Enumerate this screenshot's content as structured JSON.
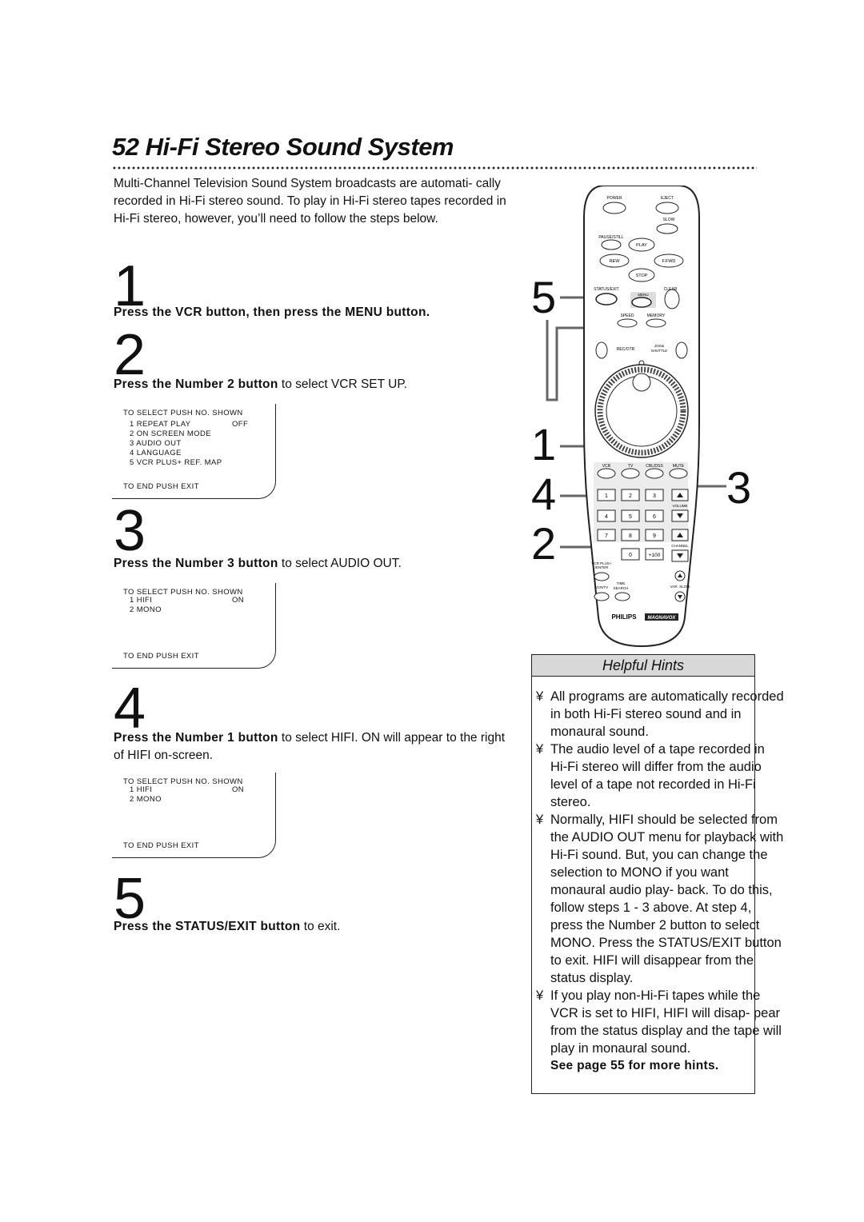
{
  "header": {
    "title": "52 Hi-Fi Stereo Sound System"
  },
  "intro": "Multi-Channel Television Sound System broadcasts are automati- cally recorded in Hi-Fi stereo sound.  To play in Hi-Fi stereo tapes recorded in Hi-Fi stereo, however, you’ll need to follow the steps below.",
  "steps": [
    {
      "number": "1",
      "bold": "Press the VCR button, then press the MENU button.",
      "rest": ""
    },
    {
      "number": "2",
      "bold": "Press the Number 2 button",
      "rest": " to select VCR SET UP."
    },
    {
      "number": "3",
      "bold": "Press the Number 3 button",
      "rest": " to select AUDIO OUT."
    },
    {
      "number": "4",
      "bold": "Press the Number 1 button",
      "rest": " to select HIFI.  ON will appear to the right of HIFI on-screen."
    },
    {
      "number": "5",
      "bold": "Press the STATUS/EXIT button",
      "rest": " to exit."
    }
  ],
  "screens": {
    "setup": {
      "header": "TO SELECT PUSH NO. SHOWN",
      "rows": [
        {
          "label": "1  REPEAT PLAY",
          "value": "OFF"
        },
        {
          "label": "2  ON SCREEN MODE",
          "value": ""
        },
        {
          "label": "3  AUDIO OUT",
          "value": ""
        },
        {
          "label": "4  LANGUAGE",
          "value": ""
        },
        {
          "label": "5  VCR PLUS+ REF.  MAP",
          "value": ""
        }
      ],
      "footer": "TO END PUSH EXIT"
    },
    "audio1": {
      "header": "TO SELECT PUSH NO. SHOWN",
      "rows": [
        {
          "label": "1  HIFI",
          "value": "ON"
        },
        {
          "label": "2  MONO",
          "value": ""
        }
      ],
      "footer": "TO END PUSH EXIT"
    },
    "audio2": {
      "header": "TO SELECT PUSH NO. SHOWN",
      "rows": [
        {
          "label": "1  HIFI",
          "value": "ON"
        },
        {
          "label": "2  MONO",
          "value": ""
        }
      ],
      "footer": "TO END PUSH EXIT"
    }
  },
  "remote": {
    "labels": {
      "power": "POWER",
      "eject": "EJECT",
      "slow": "SLOW",
      "pause": "PAUSE/STILL",
      "play": "PLAY",
      "rew": "REW",
      "ffwd": "F.FWD",
      "stop": "STOP",
      "status": "STATUS/EXIT",
      "clear": "CLEAR",
      "menu": "MENU",
      "speed": "SPEED",
      "memory": "MEMORY",
      "recotr": "REC/OTR",
      "jog": "JOG&",
      "shuttle": "SHUTTLE",
      "vcr": "VCR",
      "tv": "TV",
      "cbl": "CBL/DSS",
      "mute": "MUTE",
      "volume": "VOLUME",
      "channel": "CHANNEL",
      "vcrplus": "VCR PLUS+",
      "enter": "/ENTER",
      "vcrtv": "VCR/TV",
      "time": "TIME",
      "search": "SEARCH",
      "varslow": "VAR. SLOW",
      "brand1": "PHILIPS",
      "brand2": "MAGNAVOX"
    },
    "keys": [
      "1",
      "2",
      "3",
      "4",
      "5",
      "6",
      "7",
      "8",
      "9",
      "0",
      "+100"
    ],
    "callouts": {
      "left": [
        "5",
        "1",
        "4",
        "2"
      ],
      "right": "3"
    }
  },
  "hints": {
    "heading": "Helpful Hints",
    "bullet": "¥",
    "items": [
      "All programs are automatically recorded in both Hi-Fi stereo sound and in monaural sound.",
      "The audio level of a tape recorded in Hi-Fi stereo will differ from the audio level of a tape not recorded in Hi-Fi stereo.",
      "Normally, HIFI should be selected from the AUDIO OUT menu for playback with Hi-Fi sound.  But, you can change the selection to MONO if you want monaural audio play- back.  To do this, follow steps 1 - 3 above. At step 4, press the Number 2 button to select MONO.  Press the STATUS/EXIT button to exit. HIFI will disappear from the status display.",
      "If you play non-Hi-Fi tapes while the VCR is set to HIFI, HIFI will disap- pear from the status display and the tape will play in monaural sound."
    ],
    "see_more": "See page 55 for more hints."
  }
}
